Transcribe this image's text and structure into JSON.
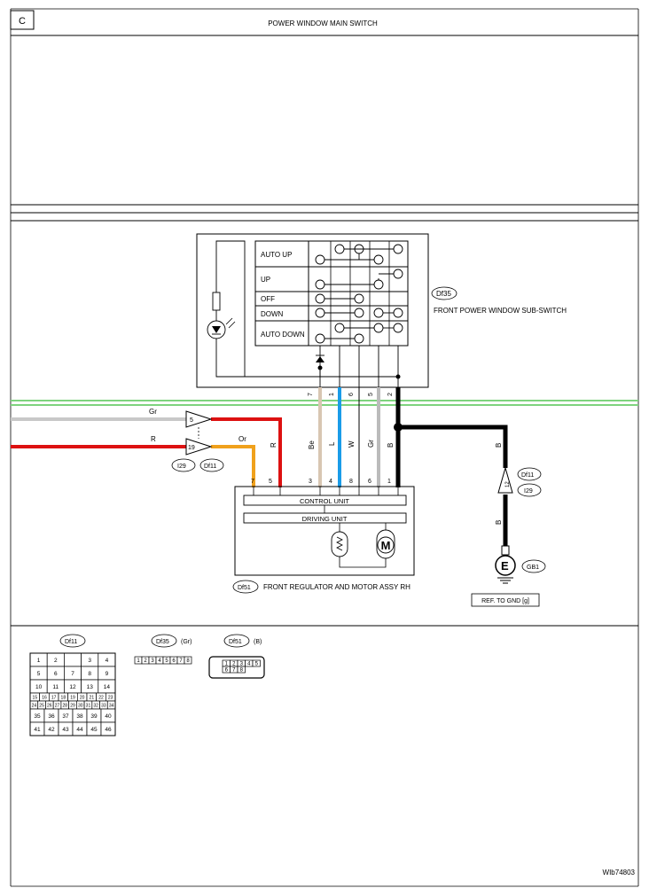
{
  "header": {
    "box_label": "C",
    "title": "POWER WINDOW MAIN SWITCH"
  },
  "sub_switch": {
    "positions": [
      "AUTO UP",
      "UP",
      "OFF",
      "DOWN",
      "AUTO DOWN"
    ],
    "connector_tag": "Df35",
    "label": "FRONT POWER WINDOW SUB-SWITCH",
    "pins": [
      "7",
      "1",
      "6",
      "5",
      "2"
    ]
  },
  "wires": {
    "gr_in": "Gr",
    "r_in": "R",
    "or_label": "Or",
    "r_label": "R",
    "be": "Be",
    "l": "L",
    "w": "W",
    "gr": "Gr",
    "b": "B",
    "b_right_upper": "B",
    "b_right_lower": "B",
    "colors": {
      "gray": "#c8c8c8",
      "red": "#dd1111",
      "orange": "#f0a11c",
      "beige": "#d8c6b2",
      "blue": "#1a9ce8",
      "black": "#000000",
      "green": "#7ed37e"
    }
  },
  "junction_connectors": {
    "pin_gr": "5",
    "pin_r": "19",
    "tag_i29": "I29",
    "tag_df11": "Df11"
  },
  "ground_connector": {
    "tag_df11": "Df11",
    "tag_i29": "I29",
    "pin": "12",
    "ground_symbol": "E",
    "ground_tag": "GB1",
    "ref": "REF. TO GND [g]"
  },
  "motor_assy": {
    "pins": [
      "3",
      "4",
      "8",
      "6",
      "1"
    ],
    "top_pins": [
      "7",
      "5"
    ],
    "control_unit": "CONTROL UNIT",
    "driving_unit": "DRIVING UNIT",
    "motor_symbol": "M",
    "connector_tag": "Df51",
    "label": "FRONT REGULATOR AND MOTOR ASSY RH"
  },
  "connector_views": {
    "df11": {
      "tag": "Df11",
      "rows": [
        [
          "1",
          "2",
          "",
          "3",
          "4"
        ],
        [
          "5",
          "6",
          "7",
          "8",
          "9"
        ],
        [
          "10",
          "11",
          "12",
          "13",
          "14"
        ],
        [
          "15",
          "16",
          "17",
          "18",
          "19",
          "20",
          "21",
          "22",
          "23"
        ],
        [
          "24",
          "25",
          "26",
          "27",
          "28",
          "29",
          "30",
          "31",
          "32",
          "33",
          "34"
        ],
        [
          "35",
          "36",
          "37",
          "38",
          "39",
          "40"
        ],
        [
          "41",
          "42",
          "43",
          "44",
          "45",
          "46"
        ]
      ]
    },
    "df35": {
      "tag": "Df35",
      "color": "(Gr)",
      "pins": [
        "1",
        "2",
        "3",
        "4",
        "5",
        "6",
        "7",
        "8"
      ]
    },
    "df51": {
      "tag": "Df51",
      "color": "(B)",
      "top": [
        "1",
        "2",
        "3",
        "4",
        "5"
      ],
      "bottom": [
        "6",
        "7",
        "8"
      ]
    }
  },
  "footer": {
    "code": "WIb74803"
  }
}
